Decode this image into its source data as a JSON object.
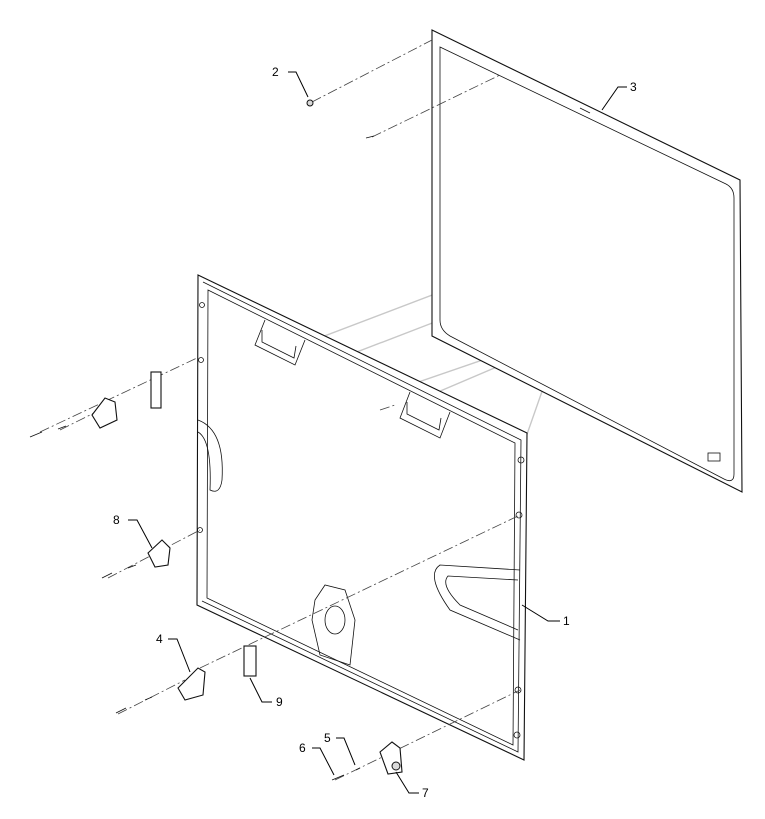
{
  "callouts": [
    {
      "id": "1",
      "label": "1"
    },
    {
      "id": "2",
      "label": "2"
    },
    {
      "id": "3",
      "label": "3"
    },
    {
      "id": "4",
      "label": "4"
    },
    {
      "id": "5",
      "label": "5"
    },
    {
      "id": "6",
      "label": "6"
    },
    {
      "id": "7",
      "label": "7"
    },
    {
      "id": "8",
      "label": "8"
    },
    {
      "id": "9",
      "label": "9"
    }
  ],
  "colors": {
    "line": "#111111",
    "watermark": "#c8c8c8",
    "background": "#ffffff"
  }
}
